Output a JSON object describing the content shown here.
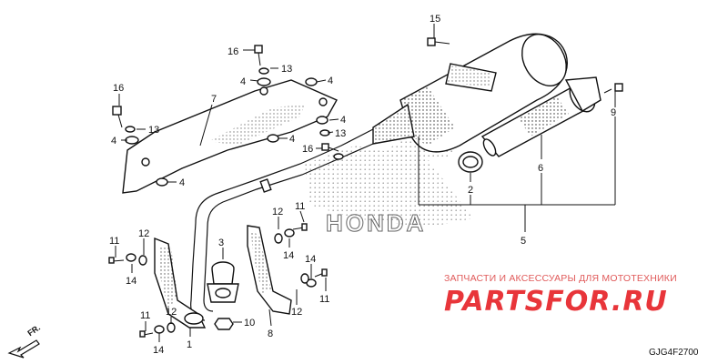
{
  "brand": {
    "logo_text": "HONDA"
  },
  "watermark": {
    "tagline": "ЗАПЧАСТИ И АКСЕССУАРЫ ДЛЯ МОТОТЕХНИКИ",
    "site": "PARTSFOR.RU",
    "colors": {
      "tagline": "#e05a5a",
      "site": "#e8353a"
    }
  },
  "diagram_code": "GJG4F2700",
  "direction_label": "FR.",
  "callouts": {
    "c1": "1",
    "c2": "2",
    "c3": "3",
    "c4a": "4",
    "c4b": "4",
    "c4c": "4",
    "c4d": "4",
    "c4e": "4",
    "c4f": "4",
    "c5": "5",
    "c6": "6",
    "c7": "7",
    "c8": "8",
    "c9": "9",
    "c10": "10",
    "c11a": "11",
    "c11b": "11",
    "c11c": "11",
    "c11d": "11",
    "c12a": "12",
    "c12b": "12",
    "c12c": "12",
    "c12d": "12",
    "c13a": "13",
    "c13b": "13",
    "c13c": "13",
    "c14a": "14",
    "c14b": "14",
    "c14c": "14",
    "c14d": "14",
    "c15": "15",
    "c16a": "16",
    "c16b": "16",
    "c16c": "16"
  }
}
